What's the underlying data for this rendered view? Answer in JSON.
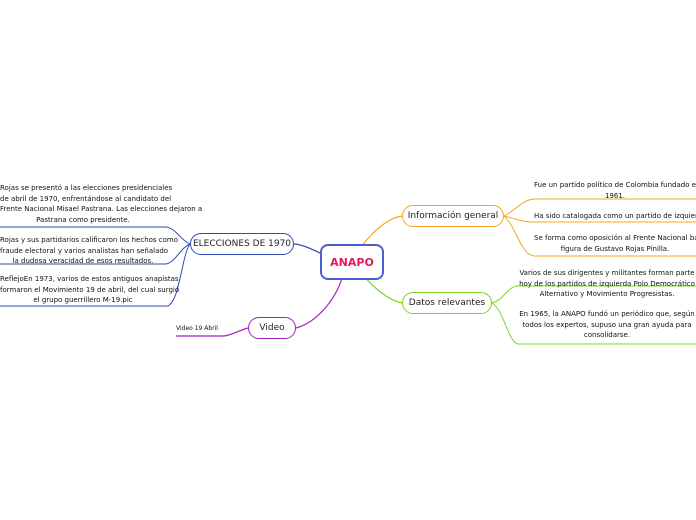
{
  "central": {
    "label": "ANAPO"
  },
  "branches": {
    "info": {
      "label": "Información general",
      "color": "#f5a623",
      "leaves": [
        {
          "lines": [
            "Fue un partido político de Colombia fundado en",
            "1961."
          ]
        },
        {
          "lines": [
            "Ha sido catalogada como un partido de izquierda."
          ]
        },
        {
          "lines": [
            "Se forma como oposición al Frente Nacional bajo la",
            "figura de Gustavo Rojas Pinilla."
          ]
        }
      ]
    },
    "datos": {
      "label": "Datos relevantes",
      "color": "#7ed321",
      "leaves": [
        {
          "lines": [
            "Varios de sus dirigentes y militantes forman parte",
            "hoy de los partidos de izquierda Polo Democrático",
            "Alternativo y Movimiento Progresistas."
          ]
        },
        {
          "lines": [
            "En 1965, la ANAPO fundó un periódico que, según",
            "todos los expertos, supuso una gran ayuda para",
            "consolidarse."
          ]
        }
      ]
    },
    "elecciones": {
      "label": "ELECCIONES DE 1970",
      "color": "#2f4bb5",
      "leaves": [
        {
          "lines": [
            "Rojas se presentó a las elecciones presidenciales",
            "de abril de 1970, enfrentándose al candidato del",
            "Frente Nacional Misael Pastrana. Las elecciones dejaron a",
            "Pastrana como presidente."
          ]
        },
        {
          "lines": [
            "Rojas y sus partidarios calificaron los hechos como",
            "fraude electoral y varios analistas han señalado",
            "la dudosa veracidad de esos resultados."
          ]
        },
        {
          "lines": [
            "ReflejoEn 1973, varios de estos antiguos anapistas",
            "formaron el Movimiento 19 de abril,  del cual surgió",
            "el grupo guerrillero M-19.pic"
          ]
        }
      ]
    },
    "video": {
      "label": "Video",
      "color": "#a020c0",
      "leaves": [
        {
          "lines": [
            "Video 19 Abril"
          ]
        }
      ]
    }
  }
}
